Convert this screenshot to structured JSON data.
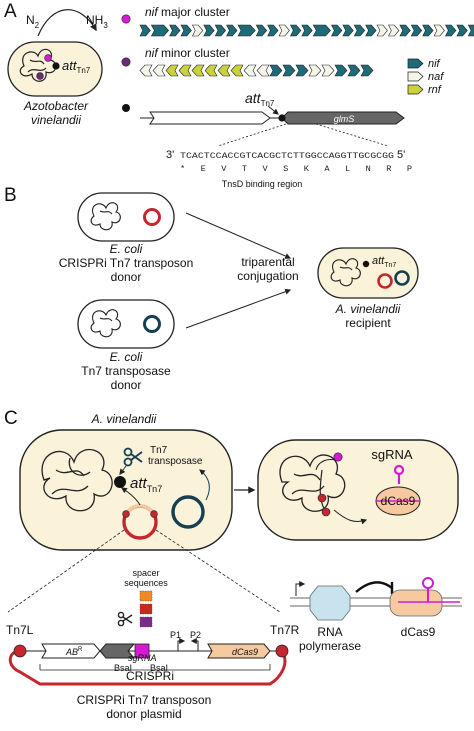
{
  "panels": {
    "a": "A",
    "b": "B",
    "c": "C"
  },
  "colors": {
    "cell_fill": "#fbf2da",
    "nif": "#1e6b78",
    "naf": "#f4f6e9",
    "rnf": "#c9d23a",
    "magenta": "#d61ad2",
    "purple": "#6b2a7a",
    "red": "#c6262f",
    "teal": "#163f53",
    "gray_gene": "#666666",
    "orange_gene": "#f6c9a0",
    "light_blue": "#c8e3ee"
  },
  "panel_a": {
    "n2": "N",
    "n2_sub": "2",
    "nh3": "NH",
    "nh3_sub": "3",
    "att_label": "att",
    "att_sub": "Tn7",
    "organism_line1": "Azotobacter",
    "organism_line2": "vinelandii",
    "nif_major_italic": "nif",
    "nif_major_rest": " major cluster",
    "nif_minor_italic": "nif",
    "nif_minor_rest": " minor cluster",
    "legend": [
      {
        "label": "nif",
        "color": "#1e6b78"
      },
      {
        "label": "naf",
        "color": "#f4f6e9"
      },
      {
        "label": "rnf",
        "color": "#c9d23a"
      }
    ],
    "att_site_label": "att",
    "att_site_sub": "Tn7",
    "glms_label": "glmS",
    "seq_prefix": "3'",
    "sequence": "TCACTCCACCGTCACGCTCTTGGCCAGGTTGCGCGG",
    "seq_suffix": "5'",
    "aa_sequence": "*   E   V   T   V   S   K   A   L   N   R   P",
    "binding_label": "TnsD binding region"
  },
  "panel_b": {
    "donor1_line1": "E. coli",
    "donor1_line2": "CRISPRi Tn7 transposon",
    "donor1_line3": "donor",
    "donor2_line1": "E. coli",
    "donor2_line2": "Tn7 transposase",
    "donor2_line3": "donor",
    "conj_line1": "triparental",
    "conj_line2": "conjugation",
    "att_label": "att",
    "att_sub": "Tn7",
    "recipient_line1": "A. vinelandii",
    "recipient_line2": "recipient"
  },
  "panel_c": {
    "cell_title": "A. vinelandii",
    "transposase_line1": "Tn7",
    "transposase_line2": "transposase",
    "att_label": "att",
    "att_sub": "Tn7",
    "sgrna_label": "sgRNA",
    "dcas9_label": "dCas9",
    "spacer_line1": "spacer",
    "spacer_line2": "sequences",
    "spacer_colors": [
      "#f08a24",
      "#c62a1f",
      "#7a2a88"
    ],
    "tn7l": "Tn7L",
    "tn7r": "Tn7R",
    "p1": "P1",
    "p2": "P2",
    "abr": "AB",
    "abr_sup": "R",
    "sgrna_gene": "sgRNA",
    "bsai_1": "BsaI",
    "bsai_2": "BsaI",
    "dcas9_gene": "dCas9",
    "crispri_label": "CRISPRi",
    "plasmid_line1": "CRISPRi Tn7 transposon",
    "plasmid_line2": "donor plasmid",
    "rnap_line1": "RNA",
    "rnap_line2": "polymerase",
    "dcas9_bottom": "dCas9"
  }
}
